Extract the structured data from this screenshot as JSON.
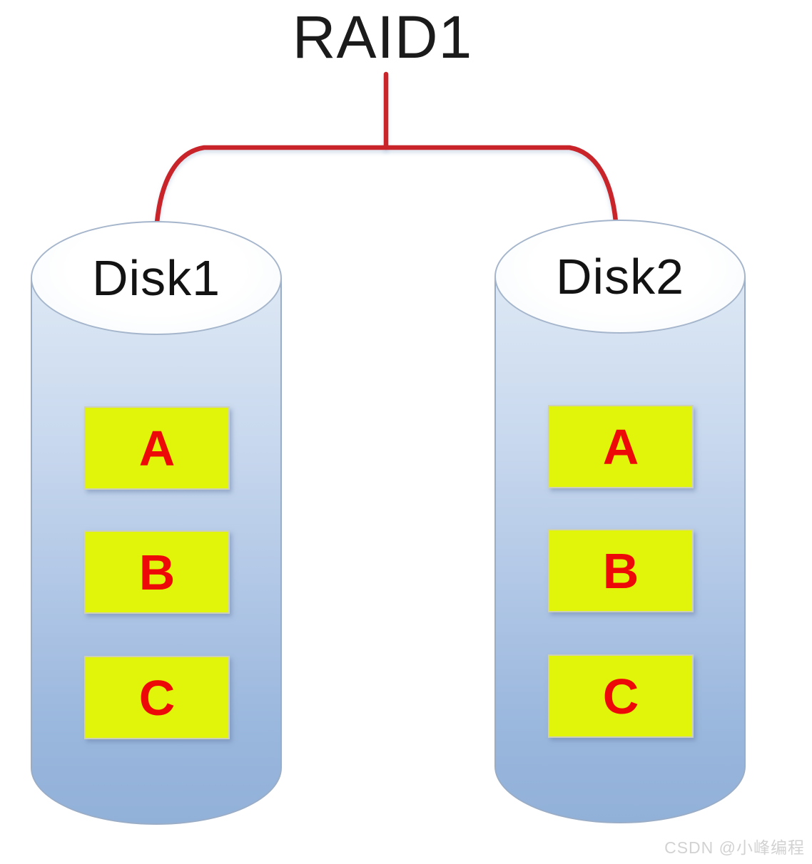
{
  "title": "RAID1",
  "watermark": "CSDN @小峰编程",
  "colors": {
    "connector": "#c8242a",
    "block_bg": "#e1f50a",
    "block_text": "#ee0909",
    "cylinder_bottom": "#92b1d9"
  },
  "disks": [
    {
      "name": "Disk1",
      "blocks": [
        "A",
        "B",
        "C"
      ]
    },
    {
      "name": "Disk2",
      "blocks": [
        "A",
        "B",
        "C"
      ]
    }
  ]
}
